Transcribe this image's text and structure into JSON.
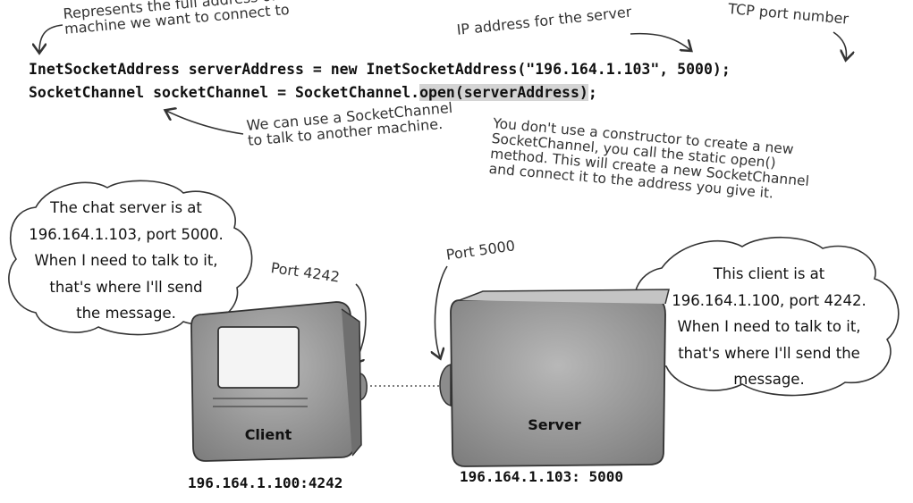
{
  "annotations": {
    "full_address": "Represents the full address of the\nmachine we want to connect to",
    "ip_address": "IP address for the server",
    "tcp_port": "TCP port number",
    "socket_channel": "We can use a SocketChannel\nto talk to another machine.",
    "constructor_note": "You don't use a constructor to create a new\nSocketChannel, you call the static open()\nmethod. This will create a new SocketChannel\nand connect it to the address you give it.",
    "port_client": "Port 4242",
    "port_server": "Port 5000"
  },
  "code": {
    "line1": "InetSocketAddress serverAddress = new InetSocketAddress(\"196.164.1.103\", 5000);",
    "line2_prefix": "SocketChannel socketChannel = SocketChannel.",
    "line2_highlight": "open(serverAddress)",
    "line2_suffix": ";"
  },
  "bubbles": {
    "client": [
      "The chat server is at",
      "196.164.1.103, port 5000.",
      "When I need to talk to it,",
      "that's where I'll send",
      "the message."
    ],
    "server": [
      "This client is at",
      "196.164.1.100, port 4242.",
      "When I need to talk to it,",
      "that's where I'll send the",
      "message."
    ]
  },
  "machines": {
    "client_label": "Client",
    "server_label": "Server",
    "client_ip": "196.164.1.100:4242",
    "server_ip": "196.164.1.103: 5000"
  },
  "colors": {
    "highlight": "#d4d4d4",
    "machine_body": "#9a9a9a",
    "screen": "#f4f4f4"
  },
  "icons": [
    "arrow-icon",
    "thought-bubble-icon",
    "computer-icon"
  ]
}
